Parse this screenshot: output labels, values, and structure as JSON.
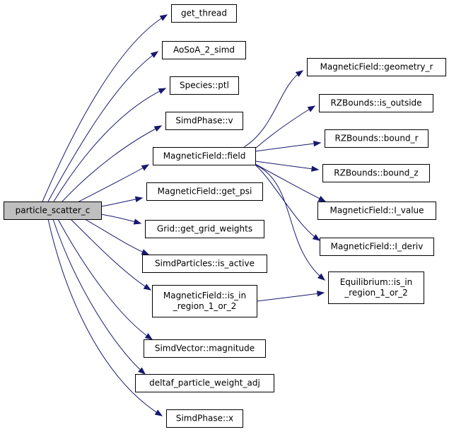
{
  "diagram": {
    "root": {
      "id": "root",
      "label": "particle_scatter_c"
    },
    "nodes": [
      {
        "id": "get_thread",
        "lines": [
          "get_thread"
        ]
      },
      {
        "id": "aosoa",
        "lines": [
          "AoSoA_2_simd"
        ]
      },
      {
        "id": "species_ptl",
        "lines": [
          "Species::ptl"
        ]
      },
      {
        "id": "simdphase_v",
        "lines": [
          "SimdPhase::v"
        ]
      },
      {
        "id": "mf_field",
        "lines": [
          "MagneticField::field"
        ]
      },
      {
        "id": "mf_get_psi",
        "lines": [
          "MagneticField::get_psi"
        ]
      },
      {
        "id": "grid_weights",
        "lines": [
          "Grid::get_grid_weights"
        ]
      },
      {
        "id": "sp_is_active",
        "lines": [
          "SimdParticles::is_active"
        ]
      },
      {
        "id": "mf_is_in_region",
        "lines": [
          "MagneticField::is_in",
          "_region_1_or_2"
        ]
      },
      {
        "id": "sv_magnitude",
        "lines": [
          "SimdVector::magnitude"
        ]
      },
      {
        "id": "deltaf",
        "lines": [
          "deltaf_particle_weight_adj"
        ]
      },
      {
        "id": "simdphase_x",
        "lines": [
          "SimdPhase::x"
        ]
      },
      {
        "id": "mf_geometry_r",
        "lines": [
          "MagneticField::geometry_r"
        ]
      },
      {
        "id": "rz_is_outside",
        "lines": [
          "RZBounds::is_outside"
        ]
      },
      {
        "id": "rz_bound_r",
        "lines": [
          "RZBounds::bound_r"
        ]
      },
      {
        "id": "rz_bound_z",
        "lines": [
          "RZBounds::bound_z"
        ]
      },
      {
        "id": "mf_i_value",
        "lines": [
          "MagneticField::I_value"
        ]
      },
      {
        "id": "mf_i_deriv",
        "lines": [
          "MagneticField::I_deriv"
        ]
      },
      {
        "id": "eq_is_in_region",
        "lines": [
          "Equilibrium::is_in",
          "_region_1_or_2"
        ]
      }
    ],
    "edges": [
      [
        "root",
        "get_thread"
      ],
      [
        "root",
        "aosoa"
      ],
      [
        "root",
        "species_ptl"
      ],
      [
        "root",
        "simdphase_v"
      ],
      [
        "root",
        "mf_field"
      ],
      [
        "root",
        "mf_get_psi"
      ],
      [
        "root",
        "grid_weights"
      ],
      [
        "root",
        "sp_is_active"
      ],
      [
        "root",
        "mf_is_in_region"
      ],
      [
        "root",
        "sv_magnitude"
      ],
      [
        "root",
        "deltaf"
      ],
      [
        "root",
        "simdphase_x"
      ],
      [
        "mf_field",
        "mf_geometry_r"
      ],
      [
        "mf_field",
        "rz_is_outside"
      ],
      [
        "mf_field",
        "rz_bound_r"
      ],
      [
        "mf_field",
        "rz_bound_z"
      ],
      [
        "mf_field",
        "mf_i_value"
      ],
      [
        "mf_field",
        "mf_i_deriv"
      ],
      [
        "mf_field",
        "eq_is_in_region"
      ],
      [
        "mf_is_in_region",
        "eq_is_in_region"
      ]
    ],
    "colors": {
      "edge": "#191970",
      "root_fill": "#bfbfbf",
      "node_fill": "#ffffff",
      "border": "#000000"
    }
  }
}
